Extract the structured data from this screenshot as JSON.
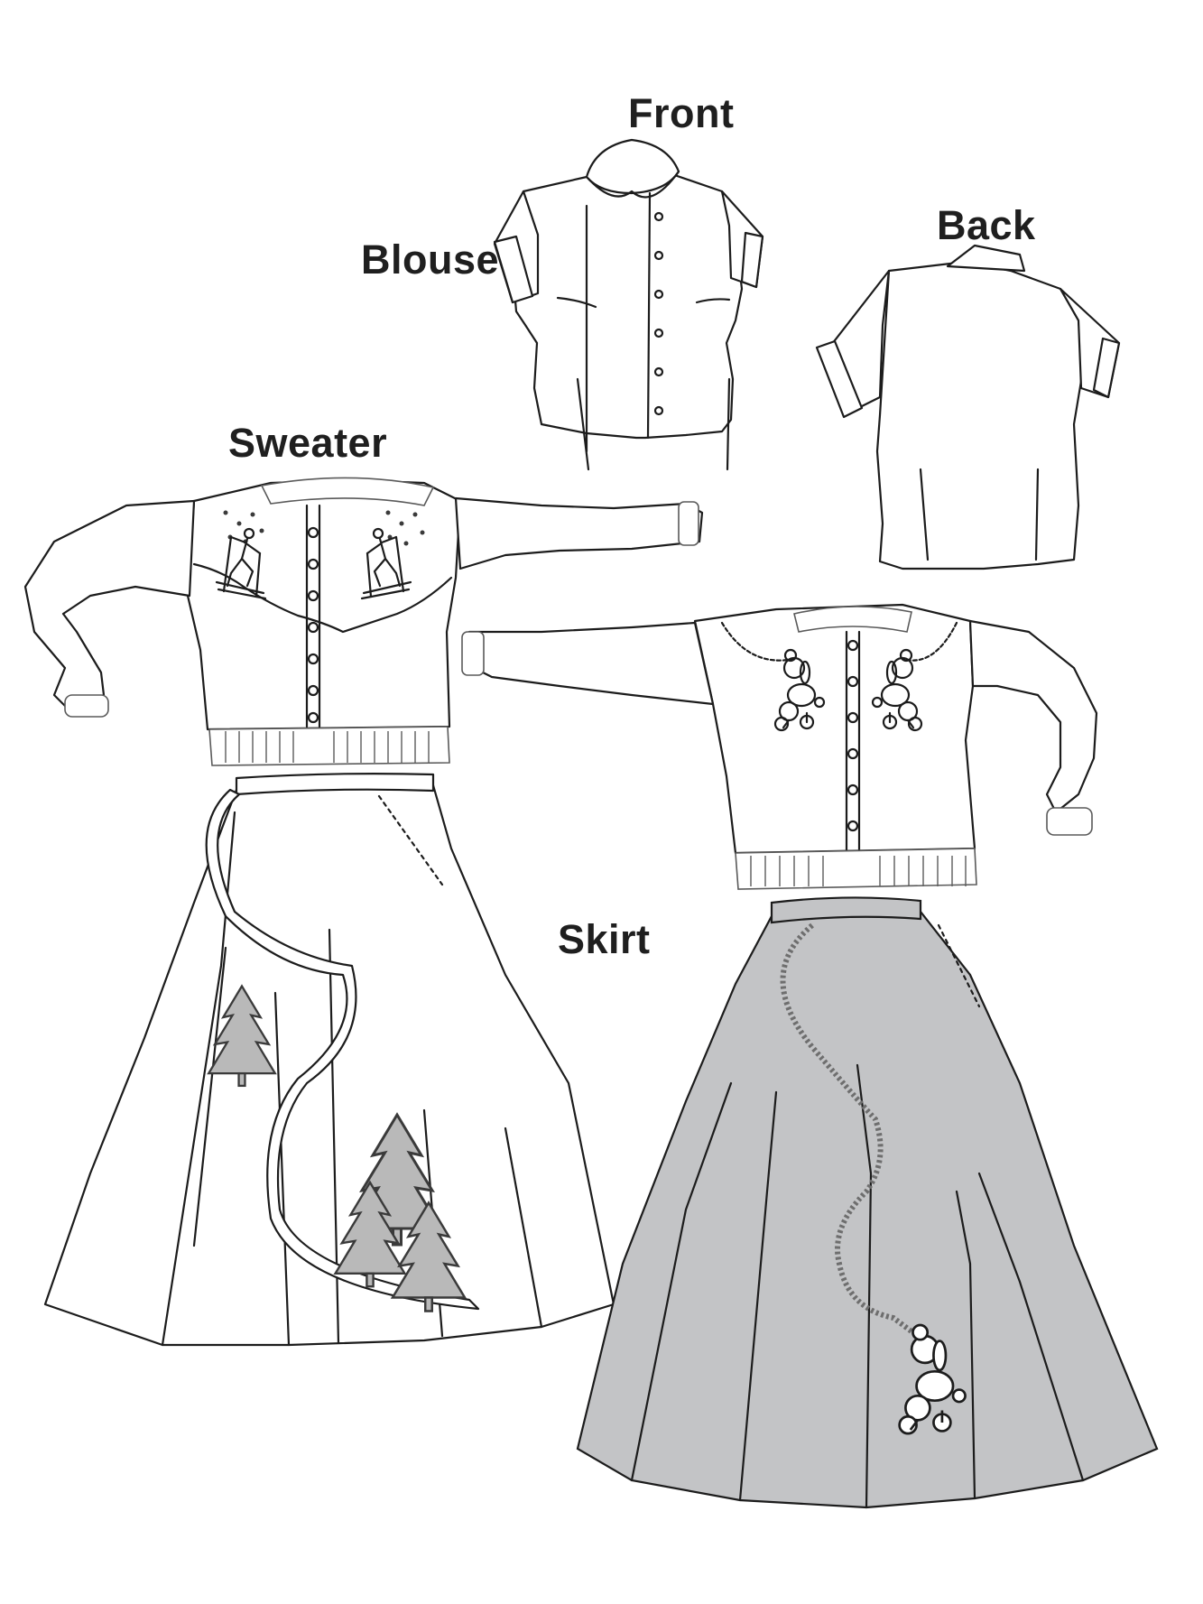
{
  "labels": {
    "front": "Front",
    "back": "Back",
    "blouse": "Blouse",
    "sweater": "Sweater",
    "skirt": "Skirt"
  },
  "colors": {
    "line": "#1c1c1c",
    "motif_fill": "#b9b9b9",
    "skirt_fill": "#c3c4c6",
    "background": "#ffffff"
  },
  "garments": [
    {
      "name": "Blouse",
      "views": [
        "Front",
        "Back"
      ]
    },
    {
      "name": "Sweater",
      "motifs": [
        "skier-icon",
        "poodle-icon"
      ]
    },
    {
      "name": "Skirt",
      "motifs": [
        "pine-tree-icon",
        "poodle-icon"
      ]
    }
  ]
}
